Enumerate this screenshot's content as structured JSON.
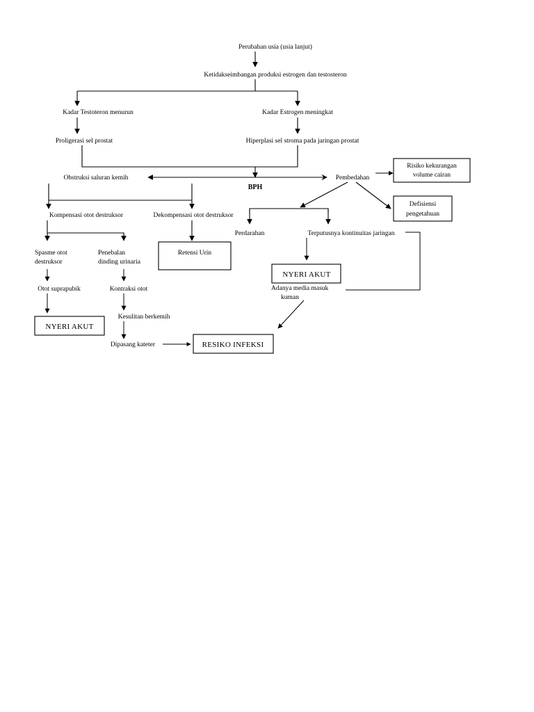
{
  "document": {
    "title": "Pathway BPH (Benigna Prostat Hiperplasia)",
    "page_background": "#ffffff",
    "line_color": "#000000",
    "text_color": "#000000"
  },
  "nodes": {
    "perubahan_usia": "Perubahan usia (usia lanjut)",
    "ketidakseimbangan": "Ketidakseimbangan produksi estrogen dan testosteron",
    "kadar_testoteron": "Kadar Testoteron menurun",
    "kadar_estrogen": "Kadar Estrogen meningkat",
    "proligerasi": "Proligerasi sel prostat",
    "hiperplasi": "Hiperplasi sel stroma pada jaringan prostat",
    "obstruksi": "Obstruksi saluran kemih",
    "bph": "BPH",
    "pembedahan": "Pembedahan",
    "risiko_kekurangan_1": "Risiko kekurangan",
    "risiko_kekurangan_2": "volume cairan",
    "defisiensi_1": "Defisiensi",
    "defisiensi_2": "pengetahuan",
    "kompensasi": "Kompensasi otot destruksor",
    "dekompensasi": "Dekompensasi otot destruksor",
    "perdarahan": "Perdarahan",
    "terputusnya": "Terputusnya kontinuitas jaringan",
    "spasme_1": "Spasme otot",
    "spasme_2": "destruksor",
    "penebalan_1": "Penebalan",
    "penebalan_2": "dinding urinaria",
    "retensi_urin": "Retensi Urin",
    "nyeri_akut_kanan": "NYERI AKUT",
    "adanya_media_1": "Adanya media masuk",
    "adanya_media_2": "kuman",
    "otot_suprapubik": "Otot suprapubik",
    "kontraksi_otot": "Kontraksi otot",
    "nyeri_akut_kiri": "NYERI AKUT",
    "kesulitan_berkemih": "Kesulitan berkemih",
    "dipasang_kateter": "Dipasang kateter",
    "resiko_infeksi": "RESIKO INFEKSI"
  }
}
